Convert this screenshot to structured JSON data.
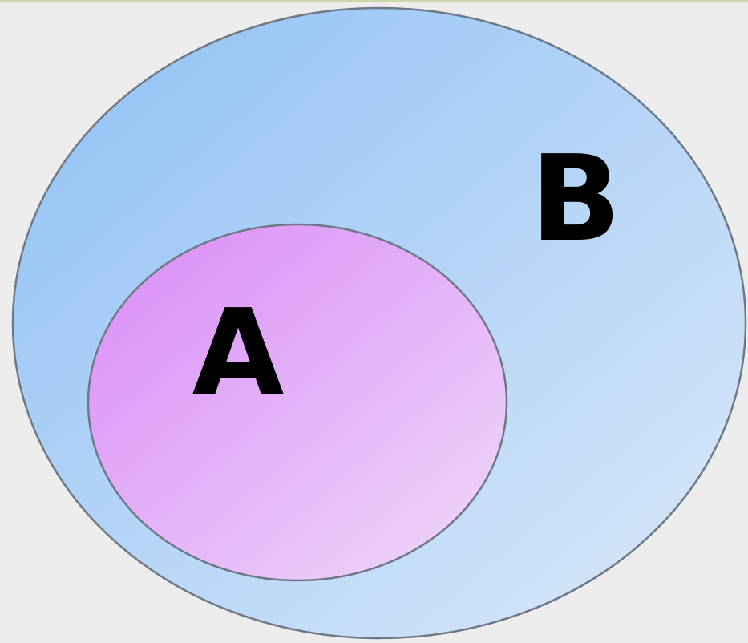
{
  "diagram": {
    "sets": [
      {
        "id": "outer",
        "label": "B",
        "fill_from": "#8ec0f4",
        "fill_to": "#dbe9f9"
      },
      {
        "id": "inner",
        "label": "A",
        "fill_from": "#d98af7",
        "fill_to": "#efdaf8"
      }
    ],
    "colors": {
      "background": "#ececec",
      "outline": "#6d7884",
      "text": "#000000"
    }
  }
}
